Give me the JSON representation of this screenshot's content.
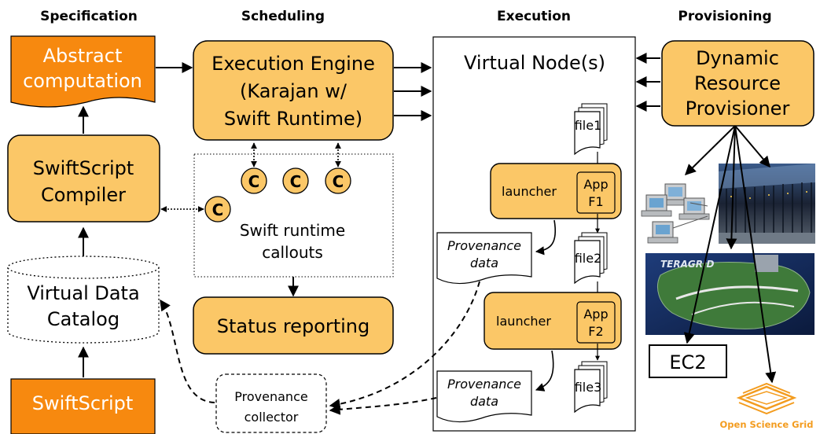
{
  "headers": {
    "specification": "Specification",
    "scheduling": "Scheduling",
    "execution": "Execution",
    "provisioning": "Provisioning"
  },
  "specification": {
    "abstract_line1": "Abstract",
    "abstract_line2": "computation",
    "compiler_line1": "SwiftScript",
    "compiler_line2": "Compiler",
    "catalog_line1": "Virtual Data",
    "catalog_line2": "Catalog",
    "swiftscript": "SwiftScript"
  },
  "scheduling": {
    "engine_line1": "Execution Engine",
    "engine_line2": "(Karajan w/",
    "engine_line3": "Swift Runtime)",
    "callout_symbol": "C",
    "callouts_line1": "Swift runtime",
    "callouts_line2": "callouts",
    "status": "Status reporting",
    "collector_line1": "Provenance",
    "collector_line2": "collector"
  },
  "execution": {
    "virtual_nodes": "Virtual Node(s)",
    "file1": "file1",
    "file2": "file2",
    "file3": "file3",
    "launcher": "launcher",
    "app1_line1": "App",
    "app1_line2": "F1",
    "app2_line1": "App",
    "app2_line2": "F2",
    "prov_line1": "Provenance",
    "prov_line2": "data"
  },
  "provisioning": {
    "drp_line1": "Dynamic",
    "drp_line2": "Resource",
    "drp_line3": "Provisioner",
    "ec2": "EC2",
    "osg": "Open Science Grid",
    "teragrid": "TERAGRID"
  },
  "colors": {
    "box_fill": "#FBC767",
    "abstract_fill": "#F7890F",
    "swiftscript_fill": "#F7890F",
    "osg_orange": "#F39C1F"
  }
}
